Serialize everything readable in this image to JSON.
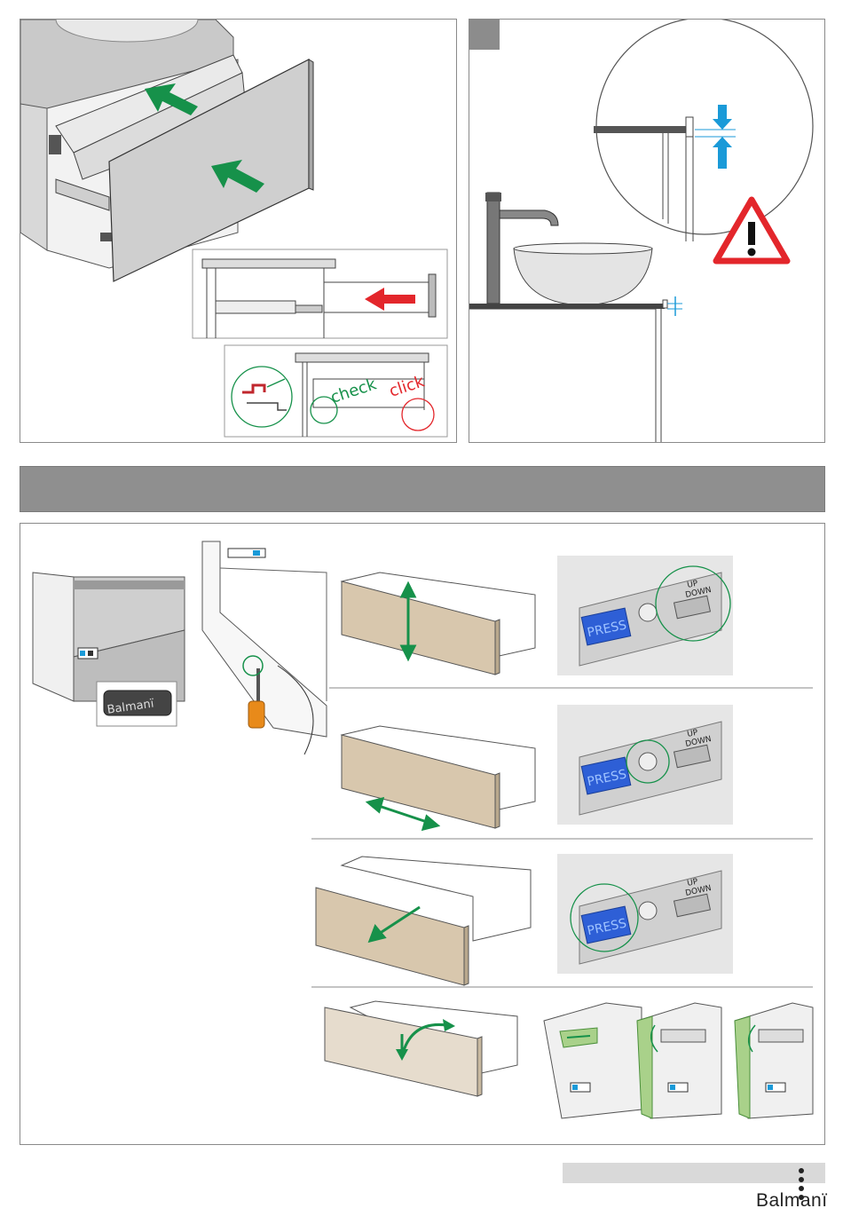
{
  "labels": {
    "check": "check",
    "click": "click",
    "press": "PRESS",
    "up": "UP",
    "down": "DOWN",
    "logo_label": "Balmanï",
    "footer_brand": "Balmanï"
  },
  "colors": {
    "green_arrow": "#16914a",
    "red_arrow": "#e3262b",
    "blue_marker": "#1a9ad8",
    "wood_front": "#d8c7ad",
    "press_button": "#2e5fd6",
    "banner_gray": "#8f8f8f",
    "footer_bar": "#d9d9d9"
  },
  "icons": {
    "warning": "warning-triangle-icon",
    "screwdriver": "screwdriver-icon"
  }
}
